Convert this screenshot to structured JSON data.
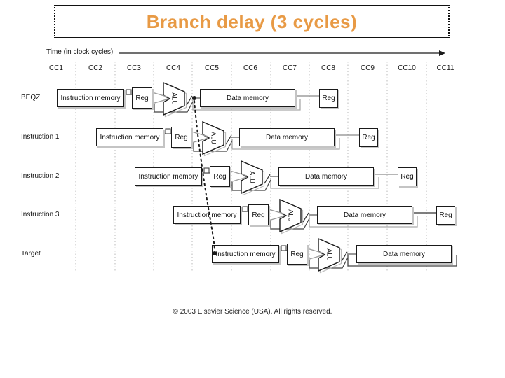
{
  "slide": {
    "title": "Branch delay (3 cycles)",
    "title_color": "#E89A45",
    "copyright": "© 2003 Elsevier Science (USA). All rights reserved."
  },
  "time_axis": {
    "label": "Time (in clock cycles)",
    "cycles": [
      "CC1",
      "CC2",
      "CC3",
      "CC4",
      "CC5",
      "CC6",
      "CC7",
      "CC8",
      "CC9",
      "CC10",
      "CC11"
    ]
  },
  "stage_labels": {
    "instruction_memory": "Instruction memory",
    "reg": "Reg",
    "alu": "ALU",
    "data_memory": "Data memory"
  },
  "rows": [
    {
      "label": "BEQZ"
    },
    {
      "label": "Instruction 1"
    },
    {
      "label": "Instruction 2"
    },
    {
      "label": "Instruction 3"
    },
    {
      "label": "Target"
    }
  ],
  "colors": {
    "line_gray": "#9a9a9a",
    "grid_dotted": "#c0c0c0",
    "ink": "#1a1a1a"
  }
}
